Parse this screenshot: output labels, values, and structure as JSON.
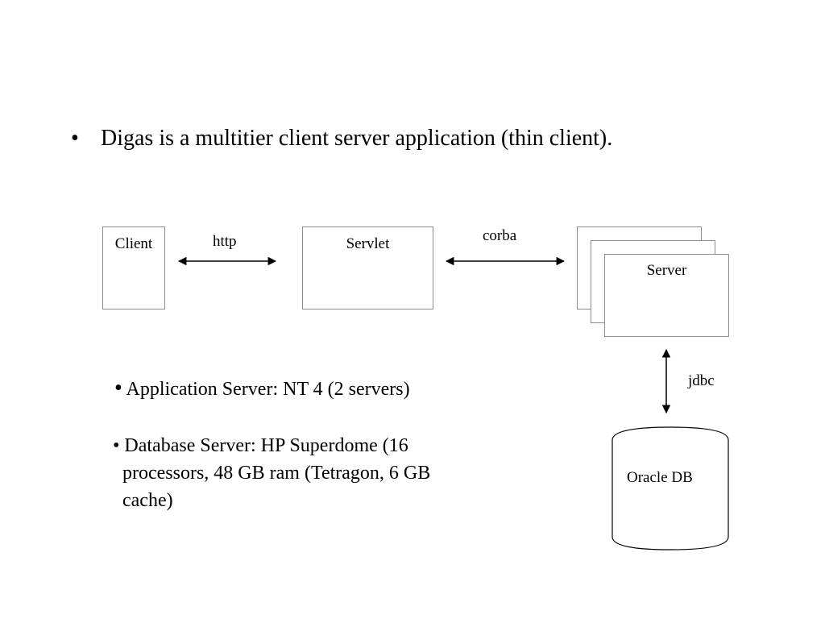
{
  "slide": {
    "bullet_symbol": "•",
    "main_bullet": "Digas is a multitier client server application (thin client).",
    "diagram": {
      "nodes": {
        "client": "Client",
        "servlet": "Servlet",
        "server": "Server",
        "database": "Oracle DB"
      },
      "edges": {
        "client_servlet": "http",
        "servlet_server": "corba",
        "server_database": "jdbc"
      }
    },
    "notes": {
      "app_server": "Application Server: NT 4 (2 servers)",
      "db_server_line1": "Database Server: HP Superdome (16",
      "db_server_line2": "processors, 48 GB ram (Tetragon, 6 GB",
      "db_server_line3": "cache)"
    }
  }
}
